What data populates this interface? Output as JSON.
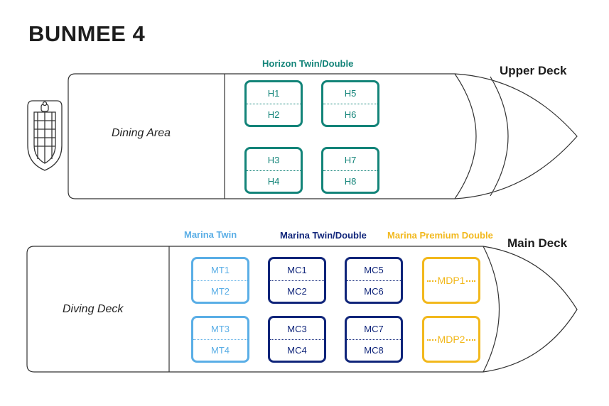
{
  "title": "BUNMEE 4",
  "upper_deck": {
    "label": "Upper Deck",
    "area_label": "Dining Area",
    "category": {
      "label": "Horizon Twin/Double",
      "color": "#138479"
    },
    "cabins": [
      {
        "top": "H1",
        "bottom": "H2"
      },
      {
        "top": "H5",
        "bottom": "H6"
      },
      {
        "top": "H3",
        "bottom": "H4"
      },
      {
        "top": "H7",
        "bottom": "H8"
      }
    ]
  },
  "main_deck": {
    "label": "Main Deck",
    "area_label": "Diving Deck",
    "categories": [
      {
        "label": "Marina Twin",
        "color": "#5aaee6"
      },
      {
        "label": "Marina Twin/Double",
        "color": "#10257a"
      },
      {
        "label": "Marina Premium Double",
        "color": "#f2b81c"
      }
    ],
    "marina_twin_cabins": [
      {
        "top": "MT1",
        "bottom": "MT2"
      },
      {
        "top": "MT3",
        "bottom": "MT4"
      }
    ],
    "marina_twin_double_cabins": [
      {
        "top": "MC1",
        "bottom": "MC2"
      },
      {
        "top": "MC5",
        "bottom": "MC6"
      },
      {
        "top": "MC3",
        "bottom": "MC4"
      },
      {
        "top": "MC7",
        "bottom": "MC8"
      }
    ],
    "marina_premium_cabins": [
      "MDP1",
      "MDP2"
    ]
  }
}
